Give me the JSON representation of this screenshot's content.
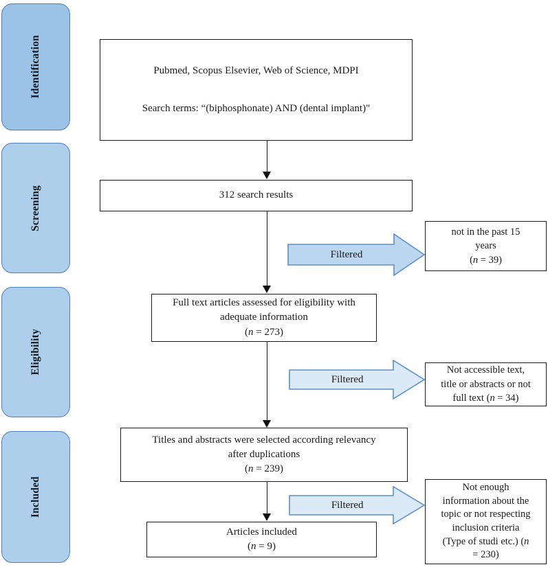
{
  "diagram": {
    "title": "PRISMA study selection flow diagram",
    "colors": {
      "stage_fill_identification": "#9cc3e6",
      "stage_fill_default": "#aecfeb",
      "stage_border": "#4d7ebf",
      "arrow_fill_dark": "#bcd7ef",
      "arrow_fill_light": "#dceaf7",
      "arrow_border": "#5b8fc9",
      "box_border": "#1a1a1a",
      "text": "#17181c",
      "background": "#ffffff"
    }
  },
  "stages": [
    {
      "label": "Identification"
    },
    {
      "label": "Screening"
    },
    {
      "label": "Eligibility"
    },
    {
      "label": "Included"
    }
  ],
  "boxes": {
    "sources": {
      "line1": "Pubmed, Scopus Elsevier, Web of Science, MDPI",
      "line2": "Search terms: “(biphosphonate) AND (dental implant)\""
    },
    "search_results": {
      "line1": "312 search results"
    },
    "full_text": {
      "line1": "Full text articles assessed for eligibility with",
      "line2": "adequate information",
      "count_open": "(",
      "count_n": "n",
      "count_rest": " = 273)"
    },
    "titles_abstracts": {
      "line1": "Titles and abstracts were selected according relevancy",
      "line2": "after duplications",
      "count_open": "(",
      "count_n": "n",
      "count_rest": " = 239)"
    },
    "articles_included": {
      "line1": "Articles included",
      "count_open": "(",
      "count_n": "n",
      "count_rest": " = 9)"
    }
  },
  "exclusions": [
    {
      "arrow_label": "Filtered",
      "line1": "not in the past 15",
      "line2": "years",
      "count_open": "(",
      "count_n": "n",
      "count_rest": " = 39)"
    },
    {
      "arrow_label": "Filtered",
      "line1": "Not accessible text,",
      "line2": "title or abstracts or not",
      "line3_pre": "full text (",
      "line3_n": "n",
      "line3_post": " = 34)"
    },
    {
      "arrow_label": "Filtered",
      "line1": "Not enough",
      "line2": "information about the",
      "line3": "topic or not respecting",
      "line4": "inclusion criteria",
      "line5_pre": "(Type of studi etc.) (",
      "line5_n": "n",
      "line5_post": "",
      "line6": "= 230)"
    }
  ]
}
